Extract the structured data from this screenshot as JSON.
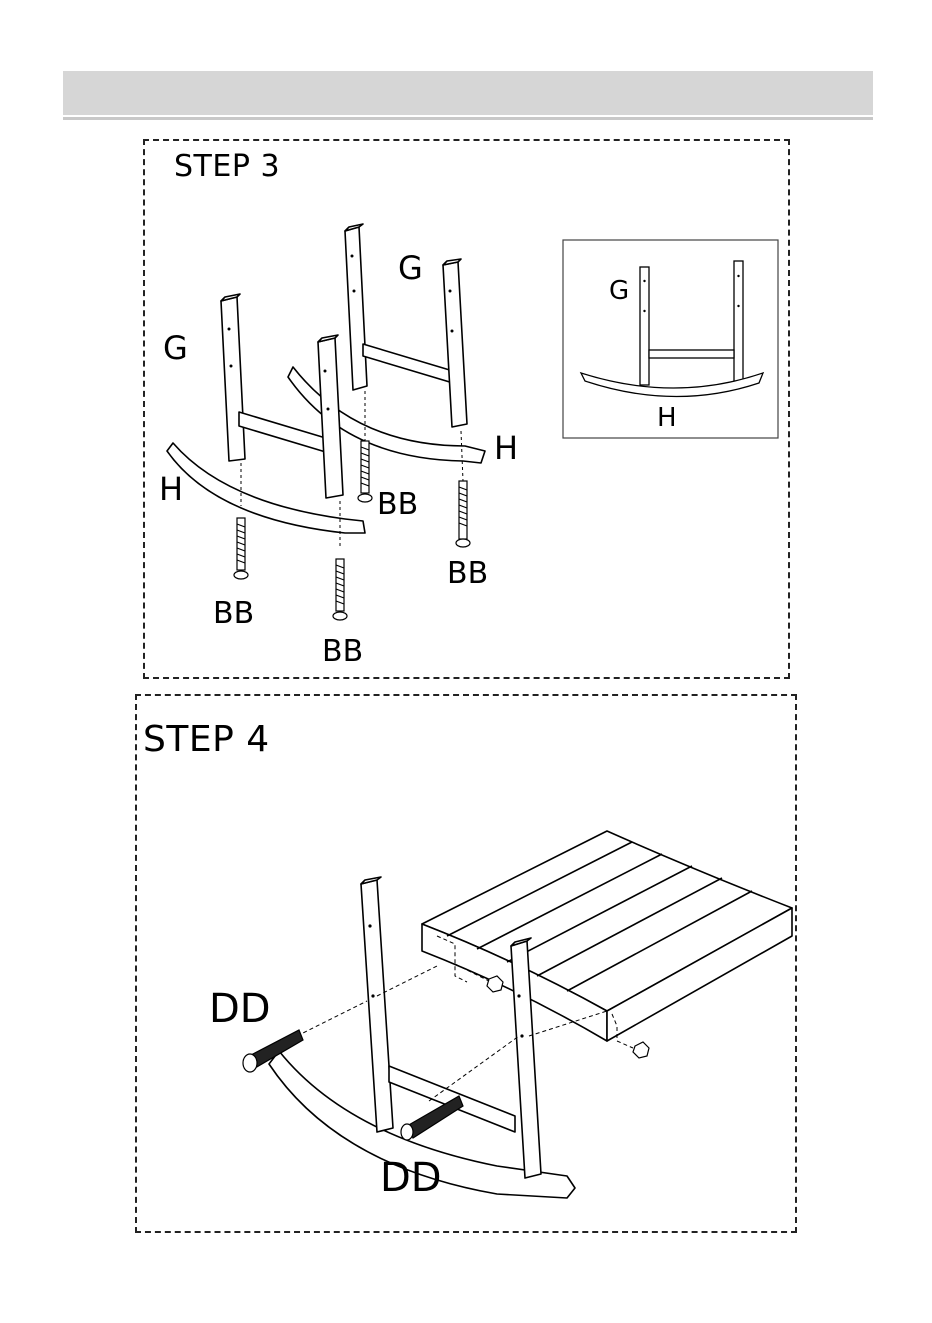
{
  "header": {
    "title": ""
  },
  "step3": {
    "title": "STEP 3",
    "labels": {
      "g_left": "G",
      "g_right": "G",
      "h_left": "H",
      "h_right": "H",
      "bb_1": "BB",
      "bb_2": "BB",
      "bb_3": "BB",
      "bb_4": "BB"
    },
    "inset": {
      "g": "G",
      "h": "H"
    }
  },
  "step4": {
    "title": "STEP 4",
    "labels": {
      "dd_top": "DD",
      "dd_bottom": "DD"
    }
  }
}
